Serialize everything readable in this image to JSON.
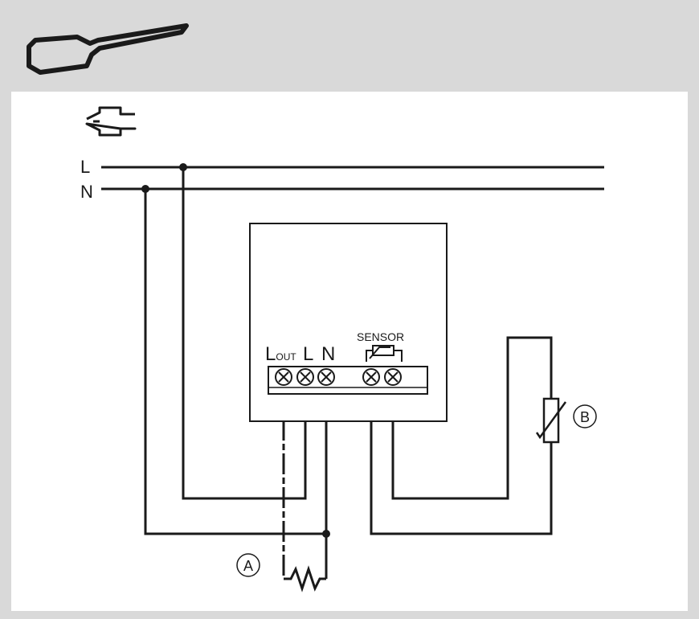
{
  "tool_icon": "screwdriver-icon",
  "plug_icon": "plug-icon",
  "lines": {
    "live": "L",
    "neutral": "N"
  },
  "terminals": {
    "l_out_main": "L",
    "l_out_sub": "OUT",
    "l": "L",
    "n": "N",
    "sensor": "SENSOR"
  },
  "markers": {
    "a": "A",
    "b": "B"
  },
  "colors": {
    "background": "#d9d9d9",
    "panel": "#ffffff",
    "wire": "#1a1a1a"
  }
}
